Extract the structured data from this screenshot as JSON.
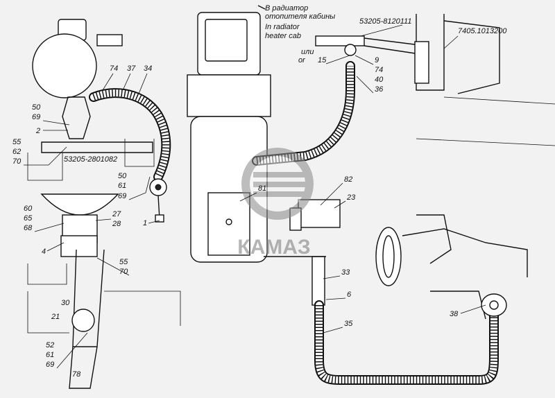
{
  "radiator_note": {
    "ru_line1": "В радиатор",
    "ru_line2": "отопителя кабины",
    "en_line1": "In radiator",
    "en_line2": "heater cab"
  },
  "or_note": {
    "ru": "или",
    "en": "or"
  },
  "part_codes": {
    "tee_fitting": "53205-8120111",
    "pump": "7405.1013200",
    "bracket": "53205-2801082"
  },
  "logo": {
    "brand": "КАМАЗ"
  },
  "callouts": {
    "c74a": "74",
    "c37": "37",
    "c34": "34",
    "c50a": "50",
    "c69a": "69",
    "c2": "2",
    "c55a": "55",
    "c62": "62",
    "c70a": "70",
    "c50b": "50",
    "c61a": "61",
    "c69b": "69",
    "c1": "1",
    "c60": "60",
    "c65": "65",
    "c68": "68",
    "c27": "27",
    "c28": "28",
    "c4": "4",
    "c55b": "55",
    "c70b": "70",
    "c30": "30",
    "c21": "21",
    "c52": "52",
    "c61b": "61",
    "c69c": "69",
    "c78": "78",
    "c15": "15",
    "c9": "9",
    "c74b": "74",
    "c40": "40",
    "c36": "36",
    "c81": "81",
    "c82": "82",
    "c23": "23",
    "c33": "33",
    "c6": "6",
    "c35": "35",
    "c38": "38"
  }
}
